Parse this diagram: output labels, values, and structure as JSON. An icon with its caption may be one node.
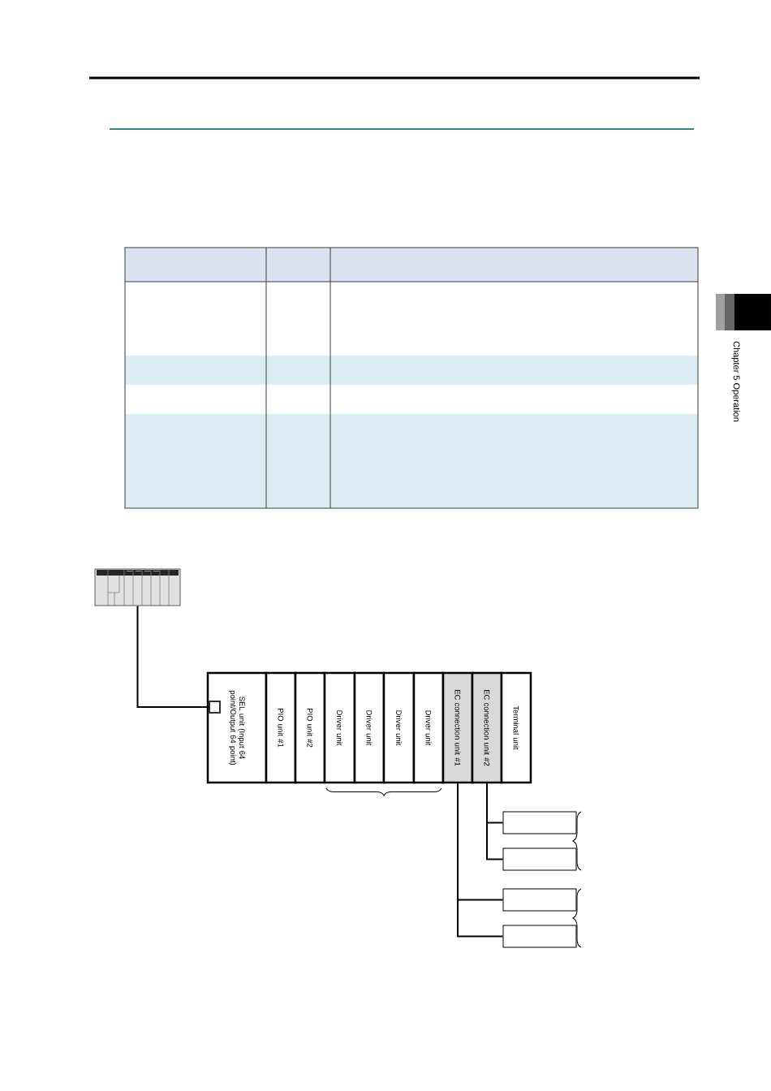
{
  "diagram": {
    "nodes": [
      {
        "text": [],
        "shape": "picture"
      },
      {
        "text": [
          "SEL unit (Input 64 point/Output 64 point)"
        ]
      },
      {
        "text": [
          "PIO unit #1"
        ]
      },
      {
        "text": [
          "PIO unit #2"
        ]
      },
      {
        "text": [
          "Driver unit"
        ]
      },
      {
        "text": [
          "Driver unit"
        ]
      },
      {
        "text": [
          "Driver unit"
        ]
      },
      {
        "text": [
          "Driver unit"
        ]
      },
      {
        "text": [
          "EC connection unit #1"
        ]
      },
      {
        "text": [
          "EC connection unit #2"
        ]
      },
      {
        "text": [
          "Terminal unit"
        ]
      },
      {
        "text": [],
        "shape": "box"
      },
      {
        "text": [],
        "shape": "box"
      },
      {
        "text": [],
        "shape": "box"
      },
      {
        "text": [],
        "shape": "box"
      }
    ],
    "edges": [
      {
        "from": 0,
        "to": 1,
        "arrow": "none"
      },
      {
        "from": 9,
        "to": 11,
        "arrow": "none"
      },
      {
        "from": 9,
        "to": 12,
        "arrow": "none"
      },
      {
        "from": 8,
        "to": 13,
        "arrow": "none"
      },
      {
        "from": 8,
        "to": 14,
        "arrow": "none"
      }
    ],
    "labels": [
      "Chapter 5 Operation"
    ]
  }
}
